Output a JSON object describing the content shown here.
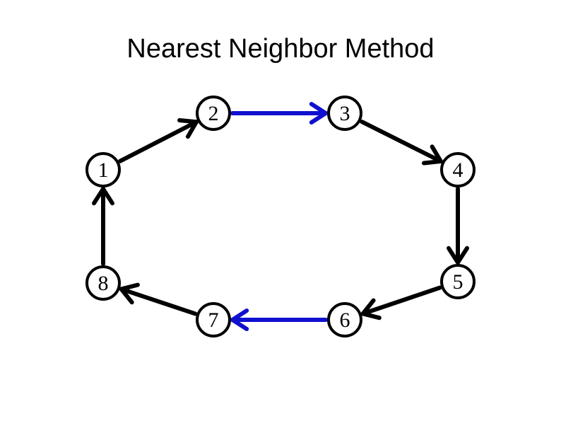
{
  "title": "Nearest Neighbor Method",
  "diagram": {
    "nodes": [
      {
        "id": "1",
        "label": "1"
      },
      {
        "id": "2",
        "label": "2"
      },
      {
        "id": "3",
        "label": "3"
      },
      {
        "id": "4",
        "label": "4"
      },
      {
        "id": "5",
        "label": "5"
      },
      {
        "id": "6",
        "label": "6"
      },
      {
        "id": "7",
        "label": "7"
      },
      {
        "id": "8",
        "label": "8"
      }
    ],
    "edges": [
      {
        "from": "1",
        "to": "2",
        "color": "#000000"
      },
      {
        "from": "2",
        "to": "3",
        "color": "#1010d0"
      },
      {
        "from": "3",
        "to": "4",
        "color": "#000000"
      },
      {
        "from": "4",
        "to": "5",
        "color": "#000000"
      },
      {
        "from": "5",
        "to": "6",
        "color": "#000000"
      },
      {
        "from": "6",
        "to": "7",
        "color": "#1010d0"
      },
      {
        "from": "7",
        "to": "8",
        "color": "#000000"
      },
      {
        "from": "8",
        "to": "1",
        "color": "#000000"
      }
    ]
  }
}
